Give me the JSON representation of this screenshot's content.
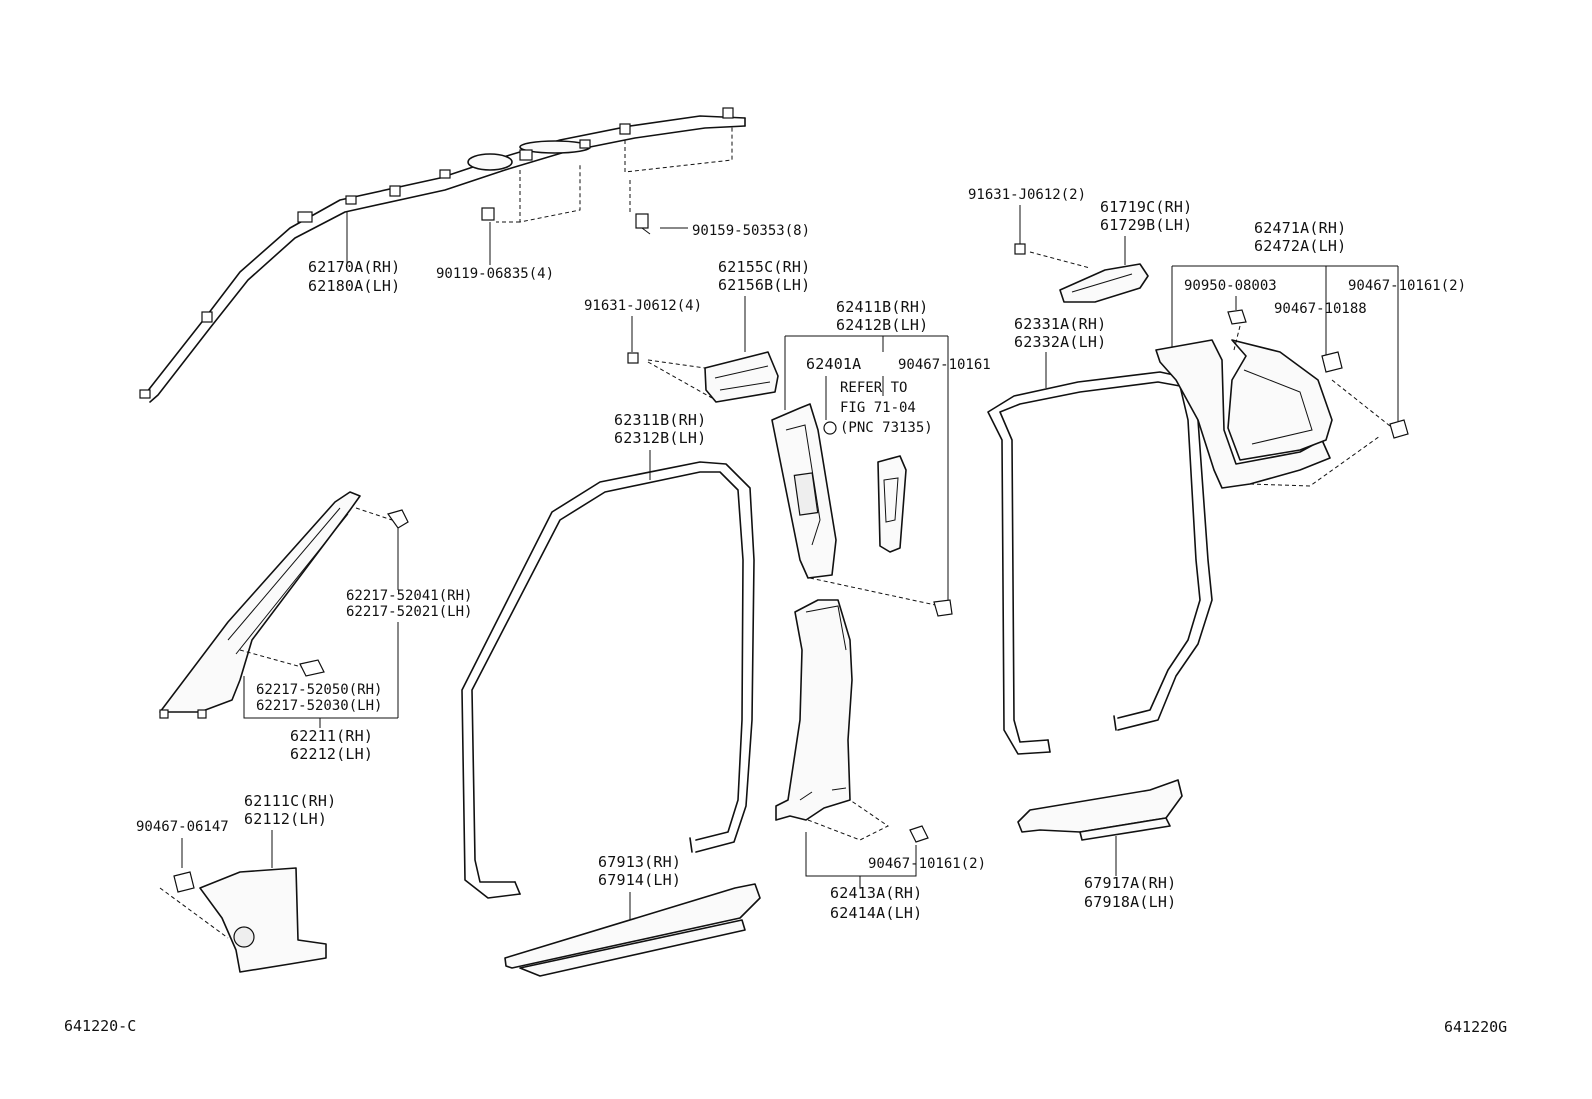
{
  "labels": {
    "l_62170A": "62170A(RH)",
    "l_62180A": "62180A(LH)",
    "l_90119": "90119-06835(4)",
    "l_90159": "90159-50353(8)",
    "l_62155C": "62155C(RH)",
    "l_62156B": "62156B(LH)",
    "l_91631_4": "91631-J0612(4)",
    "l_62411B": "62411B(RH)",
    "l_62412B": "62412B(LH)",
    "l_62401A": "62401A",
    "l_90467_10161": "90467-10161",
    "l_refer1": "REFER TO",
    "l_refer2": "FIG 71-04",
    "l_refer3": "(PNC 73135)",
    "l_91631_2": "91631-J0612(2)",
    "l_61719C": "61719C(RH)",
    "l_61729B": "61729B(LH)",
    "l_62331A": "62331A(RH)",
    "l_62332A": "62332A(LH)",
    "l_62471A": "62471A(RH)",
    "l_62472A": "62472A(LH)",
    "l_90950": "90950-08003",
    "l_90467_10161_2a": "90467-10161(2)",
    "l_90467_10188": "90467-10188",
    "l_62311B": "62311B(RH)",
    "l_62312B": "62312B(LH)",
    "l_62217_52041": "62217-52041(RH)",
    "l_62217_52021": "62217-52021(LH)",
    "l_62217_52050": "62217-52050(RH)",
    "l_62217_52030": "62217-52030(LH)",
    "l_62211": "62211(RH)",
    "l_62212": "62212(LH)",
    "l_62111C": "62111C(RH)",
    "l_62112": "62112(LH)",
    "l_90467_06147": "90467-06147",
    "l_67913": "67913(RH)",
    "l_67914": "67914(LH)",
    "l_90467_10161_2b": "90467-10161(2)",
    "l_62413A": "62413A(RH)",
    "l_62414A": "62414A(LH)",
    "l_67917A": "67917A(RH)",
    "l_67918A": "67918A(LH)"
  },
  "footer": {
    "left_code": "641220-C",
    "right_code": "641220G"
  }
}
